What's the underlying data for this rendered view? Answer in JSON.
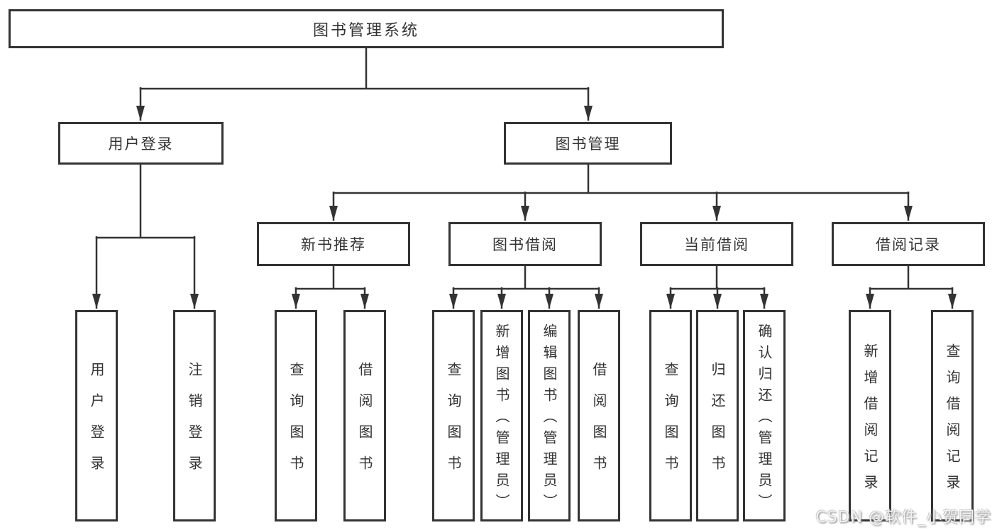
{
  "colors": {
    "line": "#333333",
    "text": "#333333",
    "background": "#ffffff",
    "watermark_text": "#f2f2f2",
    "watermark_shadow": "#8f8f8f"
  },
  "tree": {
    "root": {
      "label": "图书管理系统"
    },
    "level2": [
      {
        "label": "用户登录",
        "children": [
          {
            "label": "用户登录"
          },
          {
            "label": "注销登录"
          }
        ]
      },
      {
        "label": "图书管理",
        "children": [
          {
            "label": "新书推荐",
            "children": [
              {
                "label": "查询图书"
              },
              {
                "label": "借阅图书"
              }
            ]
          },
          {
            "label": "图书借阅",
            "children": [
              {
                "label": "查询图书"
              },
              {
                "label": "新增图书（管理员）"
              },
              {
                "label": "编辑图书（管理员）"
              },
              {
                "label": "借阅图书"
              }
            ]
          },
          {
            "label": "当前借阅",
            "children": [
              {
                "label": "查询图书"
              },
              {
                "label": "归还图书"
              },
              {
                "label": "确认归还（管理员）"
              }
            ]
          },
          {
            "label": "借阅记录",
            "children": [
              {
                "label": "新增借阅记录"
              },
              {
                "label": "查询借阅记录"
              }
            ]
          }
        ]
      }
    ]
  },
  "watermark": {
    "text": "CSDN @软件_小贺同学"
  }
}
